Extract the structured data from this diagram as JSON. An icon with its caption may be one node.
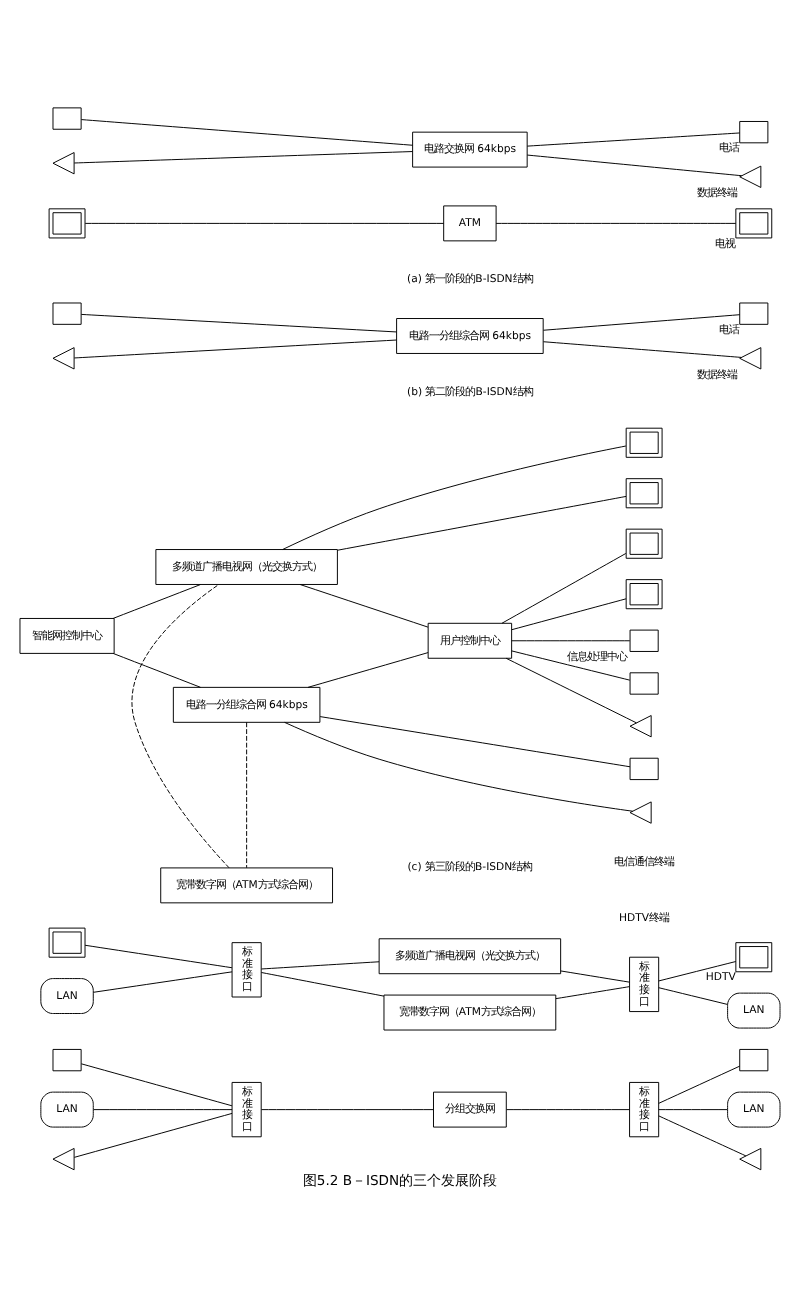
{
  "diagram": {
    "title": "图5.2 B－ISDN的三个发展阶段",
    "nodes": [
      {
        "text": [
          "电路交换网 64kbps"
        ]
      },
      {
        "text": [
          "分组交换网"
        ]
      },
      {
        "text": [
          "ATM"
        ]
      },
      {
        "text": [
          "标准接口"
        ]
      },
      {
        "text": [
          "标准接口"
        ]
      },
      {
        "text": [],
        "shape": "triangle"
      },
      {
        "text": [],
        "shape": "box"
      },
      {
        "text": [],
        "shape": "triangle"
      },
      {
        "text": [
          "LAN"
        ]
      },
      {
        "text": [],
        "shape": "box"
      },
      {
        "text": [],
        "shape": "monitor"
      },
      {
        "text": [],
        "shape": "triangle",
        "beside": [
          "数据终端"
        ]
      },
      {
        "text": [],
        "shape": "box",
        "beside": [
          "电话"
        ]
      },
      {
        "text": [],
        "shape": "triangle"
      },
      {
        "text": [
          "LAN"
        ]
      },
      {
        "text": [],
        "shape": "box"
      },
      {
        "text": [],
        "shape": "monitor",
        "beside": [
          "电视"
        ]
      },
      {
        "text": [
          "电路一分组综合网 64kbps"
        ]
      },
      {
        "text": [
          "宽带数字网（ATM方式综合网）"
        ]
      },
      {
        "text": [
          "多频道广播电视网（光交换方式）"
        ]
      },
      {
        "text": [
          "标准接口"
        ]
      },
      {
        "text": [
          "标准接口"
        ]
      },
      {
        "text": [],
        "shape": "triangle"
      },
      {
        "text": [],
        "shape": "box"
      },
      {
        "text": [
          "LAN"
        ]
      },
      {
        "text": [],
        "shape": "monitor"
      },
      {
        "text": [],
        "shape": "triangle",
        "beside": [
          "数据终端"
        ]
      },
      {
        "text": [],
        "shape": "box",
        "beside": [
          "电话"
        ]
      },
      {
        "text": [
          "LAN"
        ]
      },
      {
        "text": [],
        "shape": "monitor",
        "beside": [
          "HDTV"
        ]
      },
      {
        "text": [
          "智能网控制中心"
        ]
      },
      {
        "text": [
          "电路一分组综合网 64kbps"
        ]
      },
      {
        "text": [
          "宽带数字网（ATM方式综合网）"
        ]
      },
      {
        "text": [
          "多频道广播电视网（光交换方式）"
        ]
      },
      {
        "text": [
          "用户控制中心"
        ]
      },
      {
        "text": [],
        "shape": "triangle"
      },
      {
        "text": [],
        "shape": "box"
      },
      {
        "text": [],
        "shape": "triangle"
      },
      {
        "text": [],
        "shape": "box"
      },
      {
        "text": [],
        "shape": "box",
        "beside": [
          "信息处理中心"
        ]
      },
      {
        "text": [],
        "shape": "monitor"
      },
      {
        "text": [],
        "shape": "monitor"
      },
      {
        "text": [],
        "shape": "monitor"
      },
      {
        "text": [],
        "shape": "monitor"
      }
    ],
    "edges": [
      {
        "from": 5,
        "to": 0,
        "arrow": "none"
      },
      {
        "from": 6,
        "to": 0,
        "arrow": "none"
      },
      {
        "from": 7,
        "to": 3,
        "arrow": "none"
      },
      {
        "from": 8,
        "to": 3,
        "arrow": "none"
      },
      {
        "from": 9,
        "to": 3,
        "arrow": "none"
      },
      {
        "from": 3,
        "to": 1,
        "arrow": "none"
      },
      {
        "from": 10,
        "to": 2,
        "arrow": "none"
      },
      {
        "from": 0,
        "to": 11,
        "arrow": "none"
      },
      {
        "from": 0,
        "to": 12,
        "arrow": "none"
      },
      {
        "from": 1,
        "to": 4,
        "arrow": "none"
      },
      {
        "from": 4,
        "to": 13,
        "arrow": "none"
      },
      {
        "from": 4,
        "to": 14,
        "arrow": "none"
      },
      {
        "from": 4,
        "to": 15,
        "arrow": "none"
      },
      {
        "from": 2,
        "to": 16,
        "arrow": "none"
      },
      {
        "from": 22,
        "to": 17,
        "arrow": "none"
      },
      {
        "from": 23,
        "to": 17,
        "arrow": "none"
      },
      {
        "from": 24,
        "to": 20,
        "arrow": "none"
      },
      {
        "from": 25,
        "to": 20,
        "arrow": "none"
      },
      {
        "from": 20,
        "to": 18,
        "arrow": "none"
      },
      {
        "from": 20,
        "to": 19,
        "arrow": "none"
      },
      {
        "from": 17,
        "to": 26,
        "arrow": "none"
      },
      {
        "from": 17,
        "to": 27,
        "arrow": "none"
      },
      {
        "from": 18,
        "to": 21,
        "arrow": "none"
      },
      {
        "from": 19,
        "to": 21,
        "arrow": "none"
      },
      {
        "from": 21,
        "to": 28,
        "arrow": "none"
      },
      {
        "from": 21,
        "to": 29,
        "arrow": "none"
      },
      {
        "from": 30,
        "to": 31,
        "arrow": "none"
      },
      {
        "from": 30,
        "to": 33,
        "arrow": "none"
      },
      {
        "from": 31,
        "to": 32,
        "arrow": "none",
        "style": "dashed"
      },
      {
        "from": 32,
        "to": 33,
        "arrow": "none",
        "style": "dashed"
      },
      {
        "from": 31,
        "to": 34,
        "arrow": "none"
      },
      {
        "from": 33,
        "to": 34,
        "arrow": "none"
      },
      {
        "from": 31,
        "to": 35,
        "arrow": "none"
      },
      {
        "from": 31,
        "to": 36,
        "arrow": "none"
      },
      {
        "from": 34,
        "to": 37,
        "arrow": "none"
      },
      {
        "from": 34,
        "to": 38,
        "arrow": "none"
      },
      {
        "from": 34,
        "to": 39,
        "arrow": "none"
      },
      {
        "from": 34,
        "to": 40,
        "arrow": "none"
      },
      {
        "from": 34,
        "to": 41,
        "arrow": "none"
      },
      {
        "from": 33,
        "to": 42,
        "arrow": "none"
      },
      {
        "from": 33,
        "to": 43,
        "arrow": "none"
      }
    ],
    "labels": [
      "(a) 第一阶段的B-ISDN结构",
      "(b) 第二阶段的B-ISDN结构",
      "电信通信终端",
      "HDTV终端",
      "(c) 第三阶段的B-ISDN结构"
    ]
  }
}
